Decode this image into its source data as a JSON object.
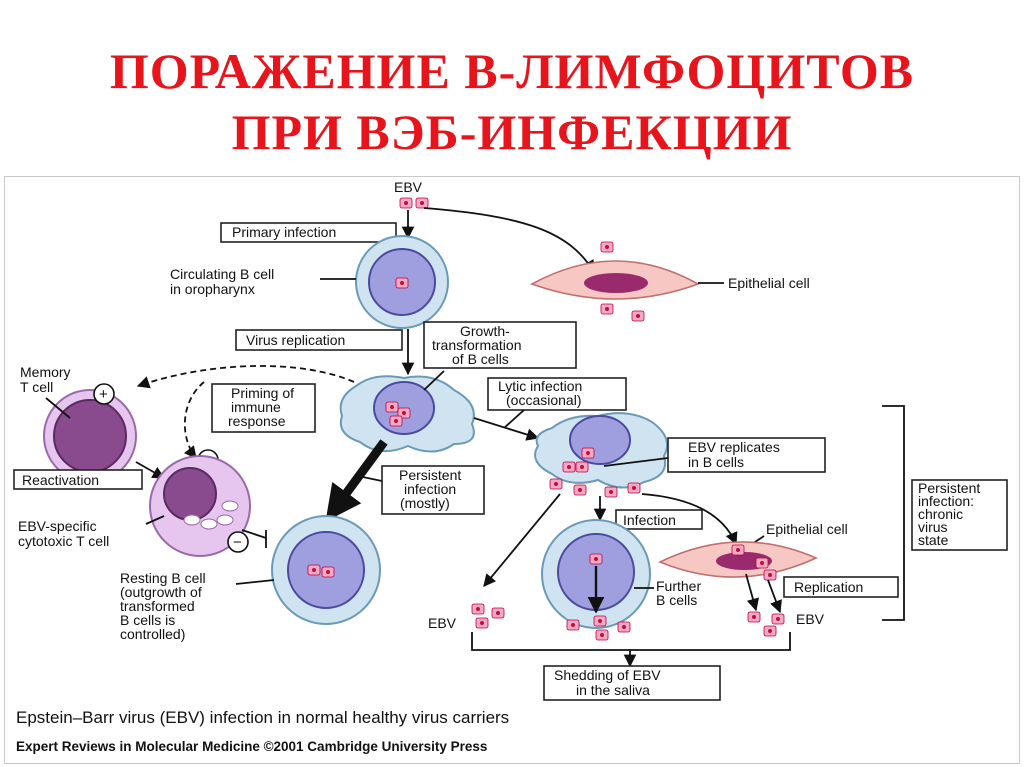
{
  "title": {
    "line1": "ПОРАЖЕНИЕ В-ЛИМФОЦИТОВ",
    "line2": "ПРИ ВЭБ-ИНФЕКЦИИ"
  },
  "labels": {
    "ebv_top": "EBV",
    "primary_infection": "Primary infection",
    "circulating_1": "Circulating B cell",
    "circulating_2": "in oropharynx",
    "epithelial_top": "Epithelial cell",
    "virus_replication": "Virus replication",
    "growth_1": "Growth-",
    "growth_2": "transformation",
    "growth_3": "of B cells",
    "memory_1": "Memory",
    "memory_2": "T cell",
    "priming_1": "Priming of",
    "priming_2": "immune",
    "priming_3": "response",
    "lytic_1": "Lytic infection",
    "lytic_2": "(occasional)",
    "reactivation": "Reactivation",
    "persistent_1": "Persistent",
    "persistent_2": "infection",
    "persistent_3": "(mostly)",
    "ebv_replicates_1": "EBV replicates",
    "ebv_replicates_2": "in B cells",
    "chronic_1": "Persistent",
    "chronic_2": "infection:",
    "chronic_3": "chronic",
    "chronic_4": "virus",
    "chronic_5": "state",
    "ctl_1": "EBV-specific",
    "ctl_2": "cytotoxic T cell",
    "infection": "Infection",
    "epithelial_bottom": "Epithelial cell",
    "resting_1": "Resting B cell",
    "resting_2": "(outgrowth of",
    "resting_3": "transformed",
    "resting_4": "B cells is",
    "resting_5": "controlled)",
    "replication": "Replication",
    "further_1": "Further",
    "further_2": "B cells",
    "ebv_left": "EBV",
    "ebv_right": "EBV",
    "shedding_1": "Shedding of EBV",
    "shedding_2": "in the saliva",
    "plus": "+",
    "minus": "−"
  },
  "caption": {
    "main": "Epstein–Barr virus (EBV) infection in normal healthy virus carriers",
    "source": "Expert Reviews in Molecular Medicine ©2001 Cambridge University Press"
  },
  "colors": {
    "title": "#e8141c",
    "b_cell_fill": "#cfe3f0",
    "b_cell_nucleus": "#9f9fe0",
    "t_cell_fill": "#e6c6ef",
    "t_cell_nucleus": "#8a4a8e",
    "epithelial_fill": "#f6c7c3",
    "virus_fill": "#f2a9c4",
    "virus_core": "#c0103a"
  }
}
